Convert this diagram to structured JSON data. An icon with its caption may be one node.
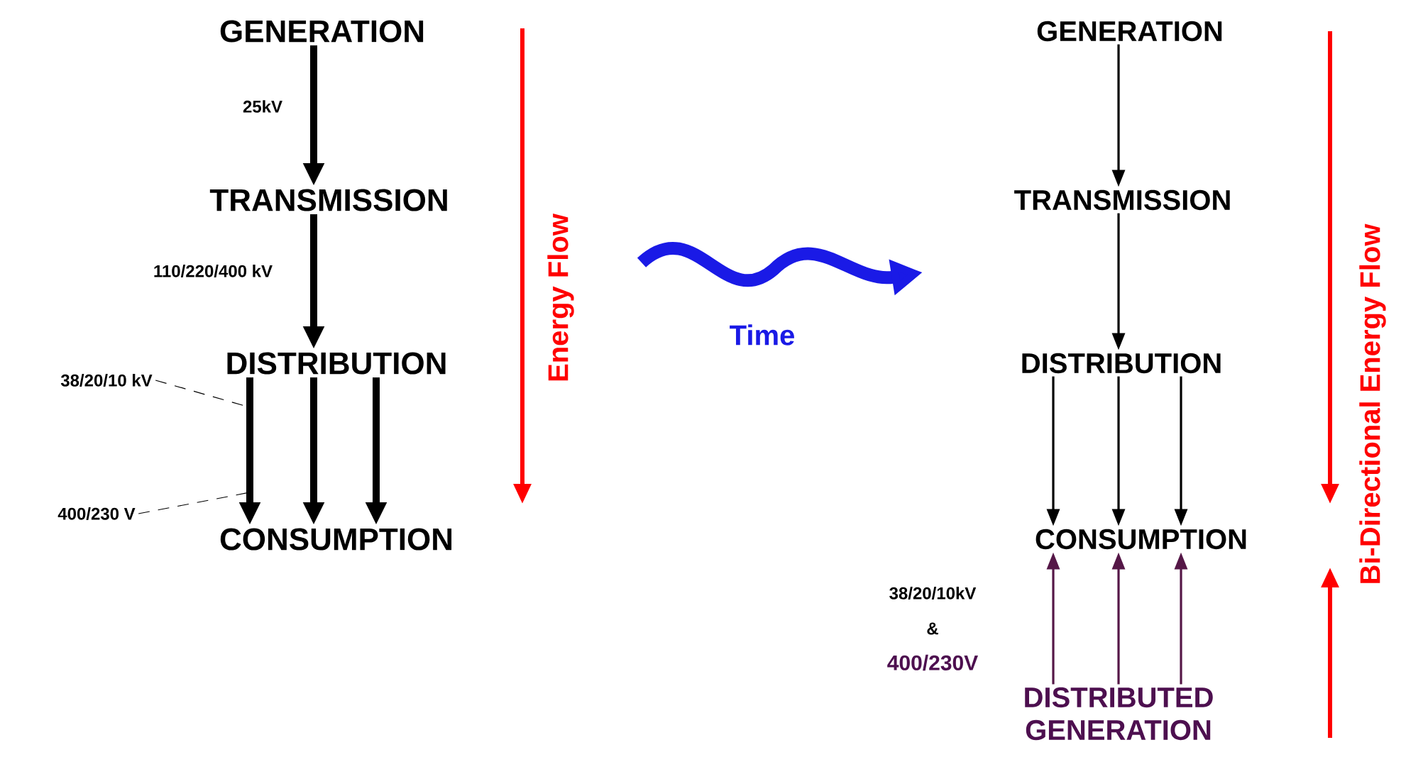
{
  "diagram": {
    "nodes": [
      {
        "text": [
          "GENERATION"
        ]
      },
      {
        "text": [
          "TRANSMISSION"
        ]
      },
      {
        "text": [
          "DISTRIBUTION"
        ]
      },
      {
        "text": [
          "CONSUMPTION"
        ]
      },
      {
        "text": [
          "GENERATION"
        ]
      },
      {
        "text": [
          "TRANSMISSION"
        ]
      },
      {
        "text": [
          "DISTRIBUTION"
        ]
      },
      {
        "text": [
          "CONSUMPTION"
        ]
      },
      {
        "text": [
          "DISTRIBUTED GENERATION"
        ]
      },
      {
        "text": [
          "38/20/10 kV"
        ]
      },
      {
        "text": [
          "400/230 V"
        ]
      }
    ],
    "edges": [
      {
        "from": 0,
        "to": 1,
        "arrow": "to",
        "label": "25kV",
        "style": "thick"
      },
      {
        "from": 1,
        "to": 2,
        "arrow": "to",
        "label": "110/220/400 kV",
        "style": "thick"
      },
      {
        "from": 2,
        "to": 3,
        "arrow": "to",
        "style": "thick"
      },
      {
        "from": 2,
        "to": 3,
        "arrow": "to",
        "style": "thick"
      },
      {
        "from": 2,
        "to": 3,
        "arrow": "to",
        "style": "thick"
      },
      {
        "from": 4,
        "to": 5,
        "arrow": "to"
      },
      {
        "from": 5,
        "to": 6,
        "arrow": "to"
      },
      {
        "from": 6,
        "to": 7,
        "arrow": "to"
      },
      {
        "from": 6,
        "to": 7,
        "arrow": "to"
      },
      {
        "from": 6,
        "to": 7,
        "arrow": "to"
      },
      {
        "from": 8,
        "to": 7,
        "arrow": "to",
        "color": "#4d0f4f"
      },
      {
        "from": 8,
        "to": 7,
        "arrow": "to",
        "color": "#4d0f4f"
      },
      {
        "from": 8,
        "to": 7,
        "arrow": "to",
        "color": "#4d0f4f"
      },
      {
        "from": 9,
        "to": null,
        "arrow": "none",
        "style": "dashed"
      },
      {
        "from": 10,
        "to": null,
        "arrow": "none",
        "style": "dashed"
      }
    ],
    "labels": [
      "Energy Flow",
      "Time",
      "Bi-Directional Energy Flow",
      "38/20/10kV",
      "&",
      "400/230V"
    ]
  }
}
